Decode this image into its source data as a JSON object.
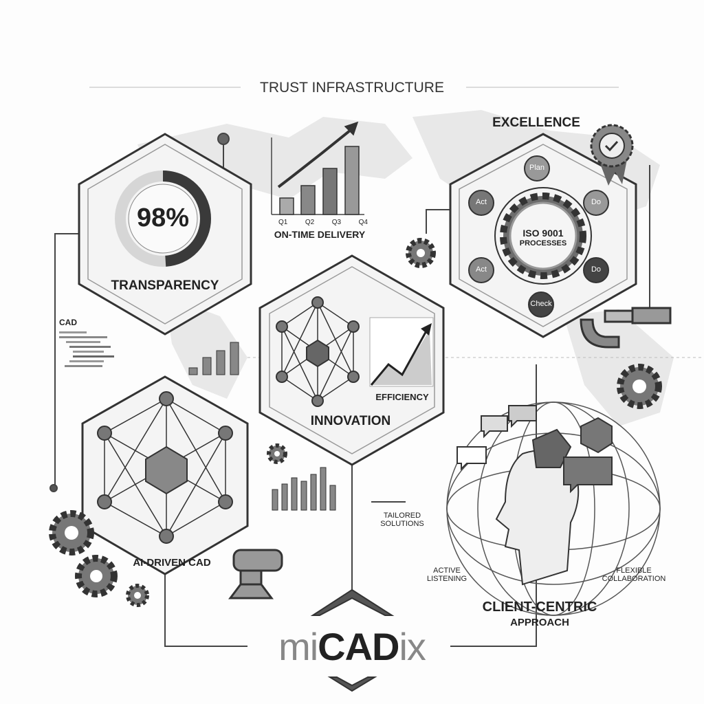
{
  "header": {
    "title": "TRUST INFRASTRUCTURE"
  },
  "transparency": {
    "percent_label": "98%",
    "percent_value": 98,
    "label": "TRANSPARENCY"
  },
  "delivery": {
    "quarters": [
      "Q1",
      "Q2",
      "Q3",
      "Q4"
    ],
    "label": "ON-TIME DELIVERY"
  },
  "excellence": {
    "label": "EXCELLENCE",
    "center_line1": "ISO 9001",
    "center_line2": "PROCESSES",
    "cycle": [
      "Plan",
      "Do",
      "Do",
      "Check",
      "Act",
      "Act"
    ]
  },
  "innovation": {
    "label": "INNOVATION",
    "efficiency_label": "EFFICIENCY"
  },
  "cad_panel": {
    "label": "CAD"
  },
  "ai_cad": {
    "label": "AI-DRIVEN CAD"
  },
  "client": {
    "tailored": [
      "TAILORED",
      "SOLUTIONS"
    ],
    "listening": [
      "ACTIVE",
      "LISTENING"
    ],
    "collaboration": [
      "FLEXIBLE",
      "COLLABORATION"
    ],
    "title_line1": "CLIENT-CENTRIC",
    "title_line2": "APPROACH"
  },
  "logo": {
    "text_light": "mi",
    "text_bold": "CAD",
    "text_end": "ix"
  },
  "colors": {
    "dark": "#2b2b2b",
    "mid": "#7a7a7a",
    "light": "#d9d9d9",
    "map": "#e6e6e6"
  }
}
